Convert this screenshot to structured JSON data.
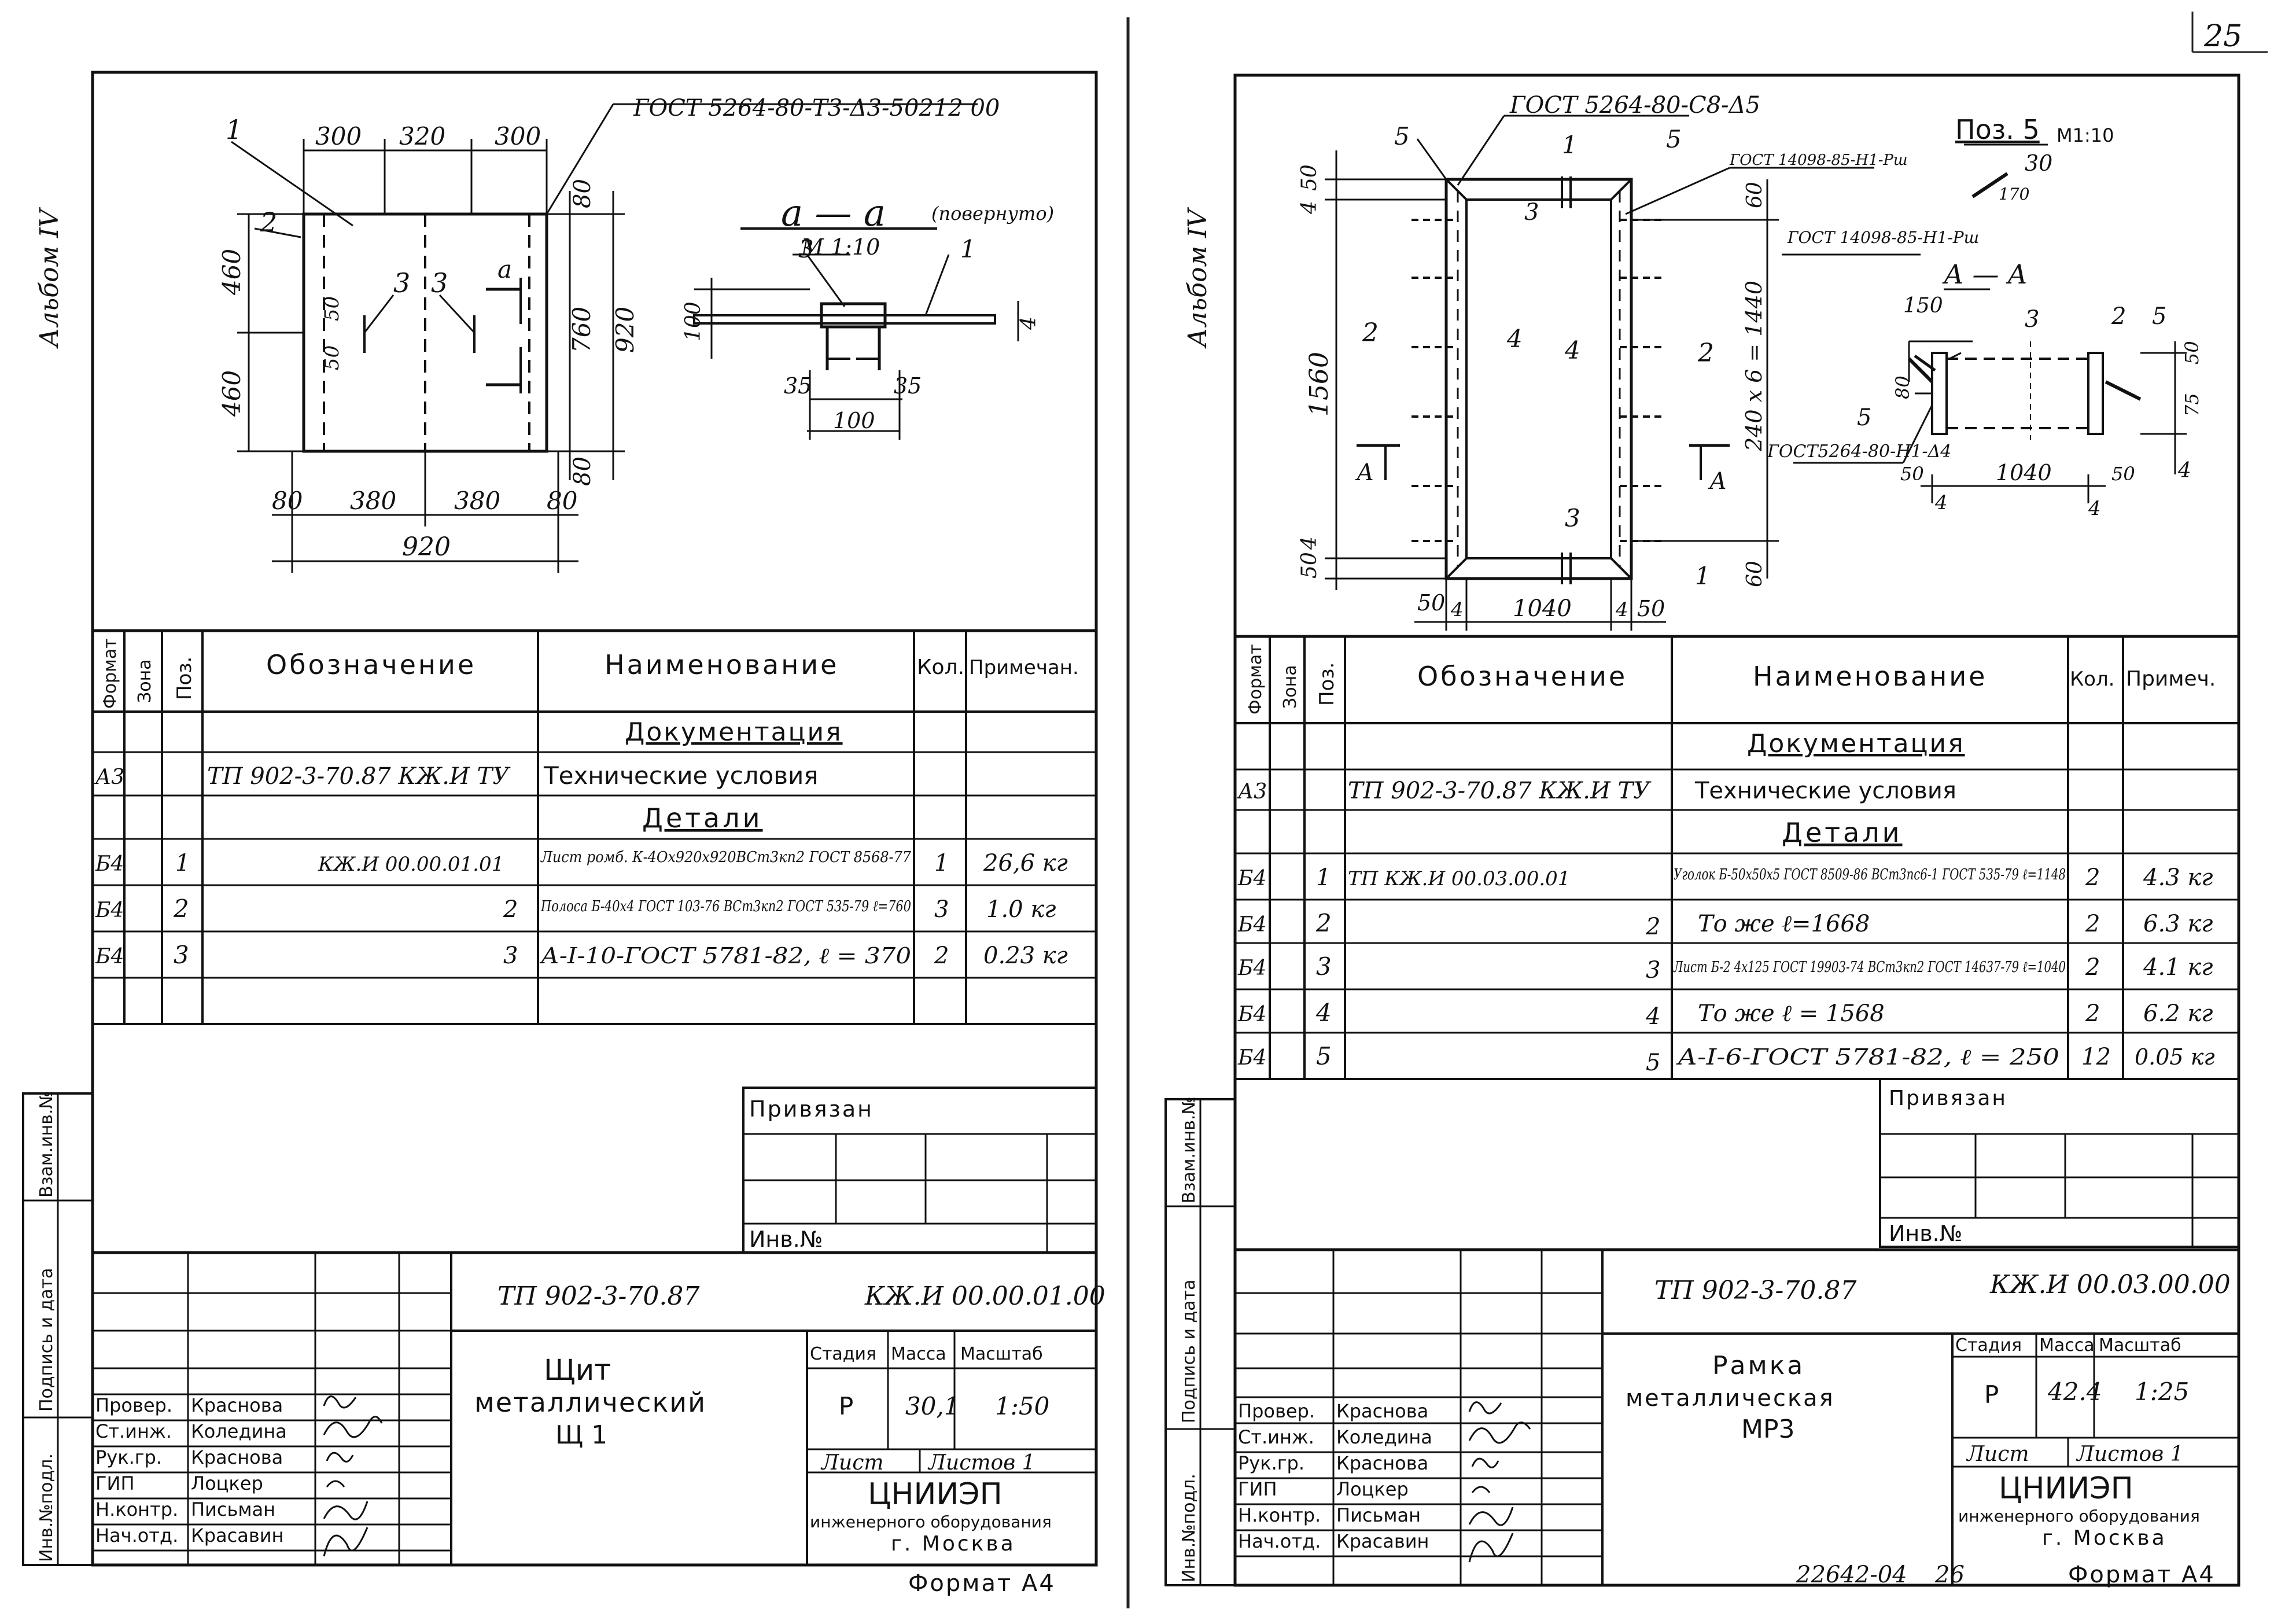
{
  "page_number": "25",
  "left_sheet": {
    "album": "Альбом IV",
    "drawing": {
      "gost_label": "ГОСТ 5264-80-Т3-Δ3-50212 00",
      "dims_top": [
        "300",
        "320",
        "300"
      ],
      "dims_left": [
        "460",
        "460"
      ],
      "dims_right": [
        "80",
        "760",
        "920",
        "80"
      ],
      "dims_bottom": [
        "80",
        "380",
        "380",
        "80"
      ],
      "overall_width": "920",
      "inner_50a": "50",
      "inner_50b": "50",
      "callout_1": "1",
      "callout_2": "2",
      "callout_3a": "3",
      "callout_3b": "3",
      "section_mark": "а",
      "section_title": "а — а",
      "section_note": "(повернуто)",
      "section_scale": "М 1:10",
      "section_callout_3": "3",
      "section_callout_1": "1",
      "section_dim_100": "100",
      "section_dim_4": "4",
      "section_dim_35a": "35",
      "section_dim_35b": "35",
      "section_dim_100b": "100"
    },
    "table": {
      "headers": [
        "Формат",
        "Зона",
        "Поз.",
        "Обозначение",
        "Наименование",
        "Кол.",
        "Примечан."
      ],
      "section_docs": "Документация",
      "section_parts": "Детали",
      "rows": [
        {
          "format": "А3",
          "pos": "",
          "designation": "ТП 902-3-70.87 КЖ.И ТУ",
          "name": "Технические условия",
          "qty": "",
          "note": ""
        },
        {
          "format": "Б4",
          "pos": "1",
          "designation": "КЖ.И 00.00.01.01",
          "name": "Лист ромб. К-4Ох920х920ВСт3кп2 ГОСТ 8568-77",
          "qty": "1",
          "note": "26,6 кг"
        },
        {
          "format": "Б4",
          "pos": "2",
          "designation": "2",
          "name": "Полоса Б-40х4 ГОСТ 103-76 ВСт3кп2 ГОСТ 535-79 ℓ=760",
          "qty": "3",
          "note": "1.0 кг"
        },
        {
          "format": "Б4",
          "pos": "3",
          "designation": "3",
          "name": "А-I-10-ГОСТ 5781-82, ℓ = 370",
          "qty": "2",
          "note": "0.23 кг"
        }
      ]
    },
    "privyazan": "Привязан",
    "inv_no": "Инв.№",
    "side_labels": [
      "Инв.№подл.",
      "Подпись и дата",
      "Взам.инв.№"
    ],
    "title_block": {
      "code": "ТП 902-3-70.87",
      "doc": "КЖ.И 00.00.01.00",
      "title_lines": [
        "Щит",
        "металлический",
        "Щ 1"
      ],
      "stage_h": "Стадия",
      "mass_h": "Масса",
      "scale_h": "Масштаб",
      "stage": "Р",
      "mass": "30,1",
      "scale": "1:50",
      "sheet": "Лист",
      "sheets": "Листов 1",
      "org": "ЦНИИЭП",
      "org_sub": "инженерного оборудования",
      "city": "г. Москва",
      "signers": [
        {
          "role": "Провер.",
          "name": "Краснова"
        },
        {
          "role": "Ст.инж.",
          "name": "Коледина"
        },
        {
          "role": "Рук.гр.",
          "name": "Краснова"
        },
        {
          "role": "ГИП",
          "name": "Лоцкер"
        },
        {
          "role": "Н.контр.",
          "name": "Письман"
        },
        {
          "role": "Нач.отд.",
          "name": "Красавин"
        }
      ]
    },
    "format": "Формат А4"
  },
  "right_sheet": {
    "album": "Альбом IV",
    "drawing": {
      "gost_top": "ГОСТ 5264-80-С8-Δ5",
      "gost_14098a": "ГОСТ 14098-85-Н1-Рш",
      "gost_14098b": "ГОСТ 14098-85-Н1-Рш",
      "gost_5264b": "ГОСТ5264-80-Н1-Δ4",
      "pos5": "Поз. 5",
      "pos5_scale": "М1:10",
      "pos5_dim30": "30",
      "pos5_dim170": "170",
      "dim_left_1560": "1560",
      "dim_left_50a": "50",
      "dim_left_4a": "4",
      "dim_left_50b": "50",
      "dim_left_4b": "4",
      "dim_right_60a": "60",
      "dim_right_240": "240 х 6 = 1440",
      "dim_right_60b": "60",
      "dims_bottom": [
        "50",
        "4",
        "1040",
        "4",
        "50"
      ],
      "callouts": [
        "5",
        "1",
        "5",
        "3",
        "2",
        "4",
        "4",
        "2",
        "3",
        "1"
      ],
      "arrow_a_left": "А",
      "arrow_a_right": "А",
      "section_title": "А — А",
      "sec_dim150": "150",
      "sec_dim80": "80",
      "sec_dim50": "50",
      "sec_dim1040": "1040",
      "sec_dim50b": "50",
      "sec_dim75": "75",
      "sec_dim50c": "50",
      "sec_dim4": "4",
      "sec_dim4b": "4",
      "sec_dim4c": "4",
      "sec_callouts": [
        "3",
        "2",
        "5",
        "5"
      ]
    },
    "table": {
      "headers": [
        "Формат",
        "Зона",
        "Поз.",
        "Обозначение",
        "Наименование",
        "Кол.",
        "Примеч."
      ],
      "section_docs": "Документация",
      "section_parts": "Детали",
      "rows": [
        {
          "format": "А3",
          "pos": "",
          "designation": "ТП 902-3-70.87 КЖ.И ТУ",
          "name": "Технические условия",
          "qty": "",
          "note": ""
        },
        {
          "format": "Б4",
          "pos": "1",
          "designation": "ТП КЖ.И 00.03.00.01",
          "name": "Уголок Б-50х50х5 ГОСТ 8509-86 ВСт3пс6-1 ГОСТ 535-79 ℓ=1148",
          "qty": "2",
          "note": "4.3 кг"
        },
        {
          "format": "Б4",
          "pos": "2",
          "designation": "2",
          "name": "То же ℓ=1668",
          "qty": "2",
          "note": "6.3 кг"
        },
        {
          "format": "Б4",
          "pos": "3",
          "designation": "3",
          "name": "Лист Б-2 4х125 ГОСТ 19903-74 ВСт3кп2 ГОСТ 14637-79 ℓ=1040",
          "qty": "2",
          "note": "4.1 кг"
        },
        {
          "format": "Б4",
          "pos": "4",
          "designation": "4",
          "name": "То же ℓ = 1568",
          "qty": "2",
          "note": "6.2 кг"
        },
        {
          "format": "Б4",
          "pos": "5",
          "designation": "5",
          "name": "А-I-6-ГОСТ 5781-82, ℓ = 250",
          "qty": "12",
          "note": "0.05 кг"
        }
      ]
    },
    "privyazan": "Привязан",
    "inv_no": "Инв.№",
    "side_labels": [
      "Инв.№подл.",
      "Подпись и дата",
      "Взам.инв.№"
    ],
    "title_block": {
      "code": "ТП 902-3-70.87",
      "doc": "КЖ.И 00.03.00.00",
      "title_lines": [
        "Рамка",
        "металлическая",
        "МР3"
      ],
      "stage_h": "Стадия",
      "mass_h": "Масса",
      "scale_h": "Масштаб",
      "stage": "Р",
      "mass": "42.4",
      "scale": "1:25",
      "sheet": "Лист",
      "sheets": "Листов 1",
      "org": "ЦНИИЭП",
      "org_sub": "инженерного оборудования",
      "city": "г. Москва",
      "signers": [
        {
          "role": "Провер.",
          "name": "Краснова"
        },
        {
          "role": "Ст.инж.",
          "name": "Коледина"
        },
        {
          "role": "Рук.гр.",
          "name": "Краснова"
        },
        {
          "role": "ГИП",
          "name": "Лоцкер"
        },
        {
          "role": "Н.контр.",
          "name": "Письман"
        },
        {
          "role": "Нач.отд.",
          "name": "Красавин"
        }
      ]
    },
    "archive_no": "22642-04",
    "sheet_no": "26",
    "format": "Формат А4"
  }
}
